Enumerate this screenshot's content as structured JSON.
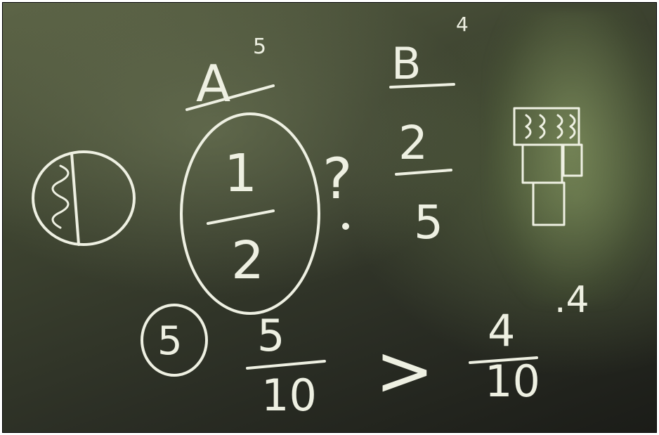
{
  "photo": {
    "subject": "chalkboard",
    "label_a": "A",
    "label_a_superscript": "5",
    "label_b": "B",
    "label_b_superscript": "4",
    "fraction_a_numerator": "1",
    "fraction_a_denominator": "2",
    "question_mark": "?",
    "fraction_b_numerator": "2",
    "fraction_b_denominator": "5",
    "decimal_point_four": ".4",
    "circled_number": "5",
    "bottom_left_numerator": "5",
    "bottom_left_denominator": "10",
    "comparison_symbol": ">",
    "bottom_right_numerator": "4",
    "bottom_right_denominator": "10"
  },
  "colors": {
    "chalk": "#eef0e2",
    "board_dark": "#2a2d24",
    "board_light": "#5d6547"
  }
}
